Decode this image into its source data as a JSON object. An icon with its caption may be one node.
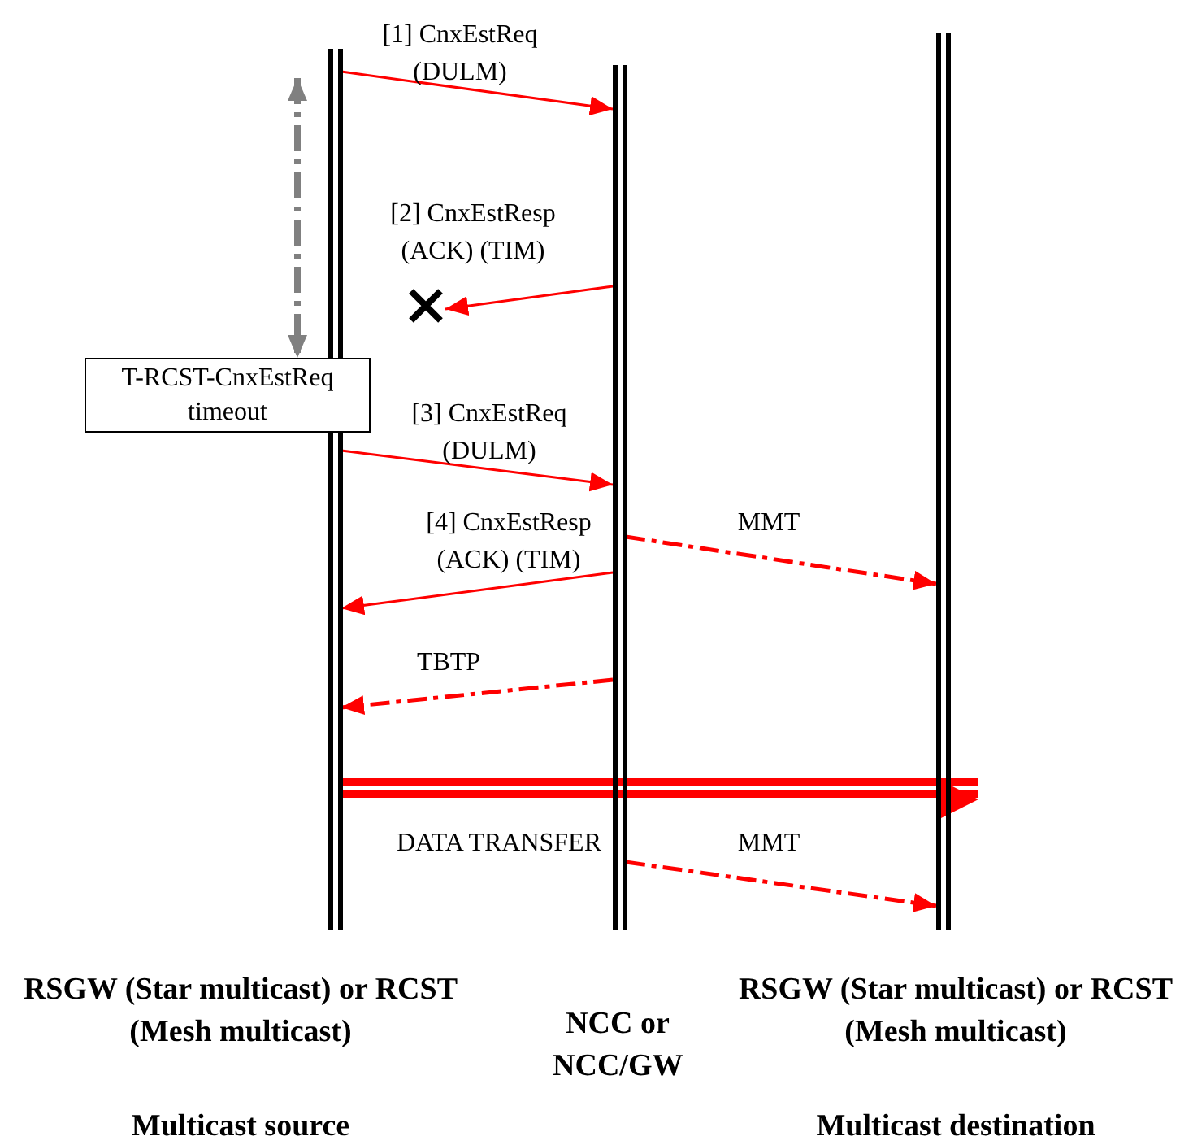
{
  "diagram": {
    "nodes": [
      {
        "text": [
          "RSGW (Star multicast) or RCST (Mesh multicast)",
          "Multicast source"
        ]
      },
      {
        "text": [
          "NCC or NCC/GW"
        ]
      },
      {
        "text": [
          "RSGW (Star multicast) or RCST (Mesh multicast)",
          "Multicast destination"
        ]
      },
      {
        "text": [
          "T-RCST-CnxEstReq timeout"
        ]
      },
      {
        "text": [],
        "shape": "cross"
      }
    ],
    "edges": [
      {
        "from": 0,
        "to": 1,
        "arrow": "to",
        "label": "[1] CnxEstReq (DULM)"
      },
      {
        "from": 1,
        "to": 4,
        "arrow": "to",
        "label": "[2] CnxEstResp (ACK) (TIM)"
      },
      {
        "from": 0,
        "to": 1,
        "arrow": "to",
        "label": "[3] CnxEstReq (DULM)"
      },
      {
        "from": 1,
        "to": 0,
        "arrow": "to",
        "label": "[4] CnxEstResp (ACK) (TIM)"
      },
      {
        "from": 1,
        "to": 2,
        "arrow": "to",
        "label": "MMT",
        "style": "dashed"
      },
      {
        "from": 1,
        "to": 0,
        "arrow": "to",
        "label": "TBTP",
        "style": "dashed"
      },
      {
        "from": 0,
        "to": 2,
        "arrow": "to",
        "label": "DATA TRANSFER",
        "style": "thick"
      },
      {
        "from": 1,
        "to": 2,
        "arrow": "to",
        "label": "MMT",
        "style": "dashed"
      },
      {
        "from": 0,
        "to": 3,
        "arrow": "both",
        "style": "dashed",
        "color": "#808080"
      }
    ]
  }
}
